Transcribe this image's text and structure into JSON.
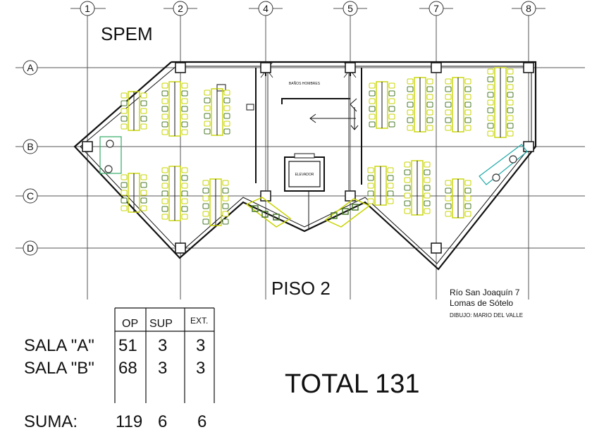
{
  "drawing": {
    "title": "SPEM",
    "floor": "PISO 2",
    "address_line1": "Río San Joaquín 7",
    "address_line2": "Lomas de Sótelo",
    "drawn_by": "DIBUJO: MARIO DEL VALLE",
    "room_banos": "BAÑOS HOMBRES",
    "room_elevador": "ELEVADOR",
    "total": "TOTAL 131"
  },
  "grid": {
    "columns": [
      "1",
      "2",
      "4",
      "5",
      "7",
      "8"
    ],
    "rows": [
      "A",
      "B",
      "C",
      "D"
    ]
  },
  "table": {
    "headers": [
      "OP",
      "SUP",
      "EXT."
    ],
    "rows": [
      {
        "label": "SALA \"A\"",
        "op": "51",
        "sup": "3",
        "ext": "3"
      },
      {
        "label": "SALA \"B\"",
        "op": "68",
        "sup": "3",
        "ext": "3"
      }
    ],
    "sum": {
      "label": "SUMA:",
      "op": "119",
      "sup": "6",
      "ext": "6"
    }
  },
  "colors": {
    "desk_outline": "#c8d400",
    "chair": "#4a7a2a",
    "line": "#111111",
    "grid": "#555555"
  }
}
